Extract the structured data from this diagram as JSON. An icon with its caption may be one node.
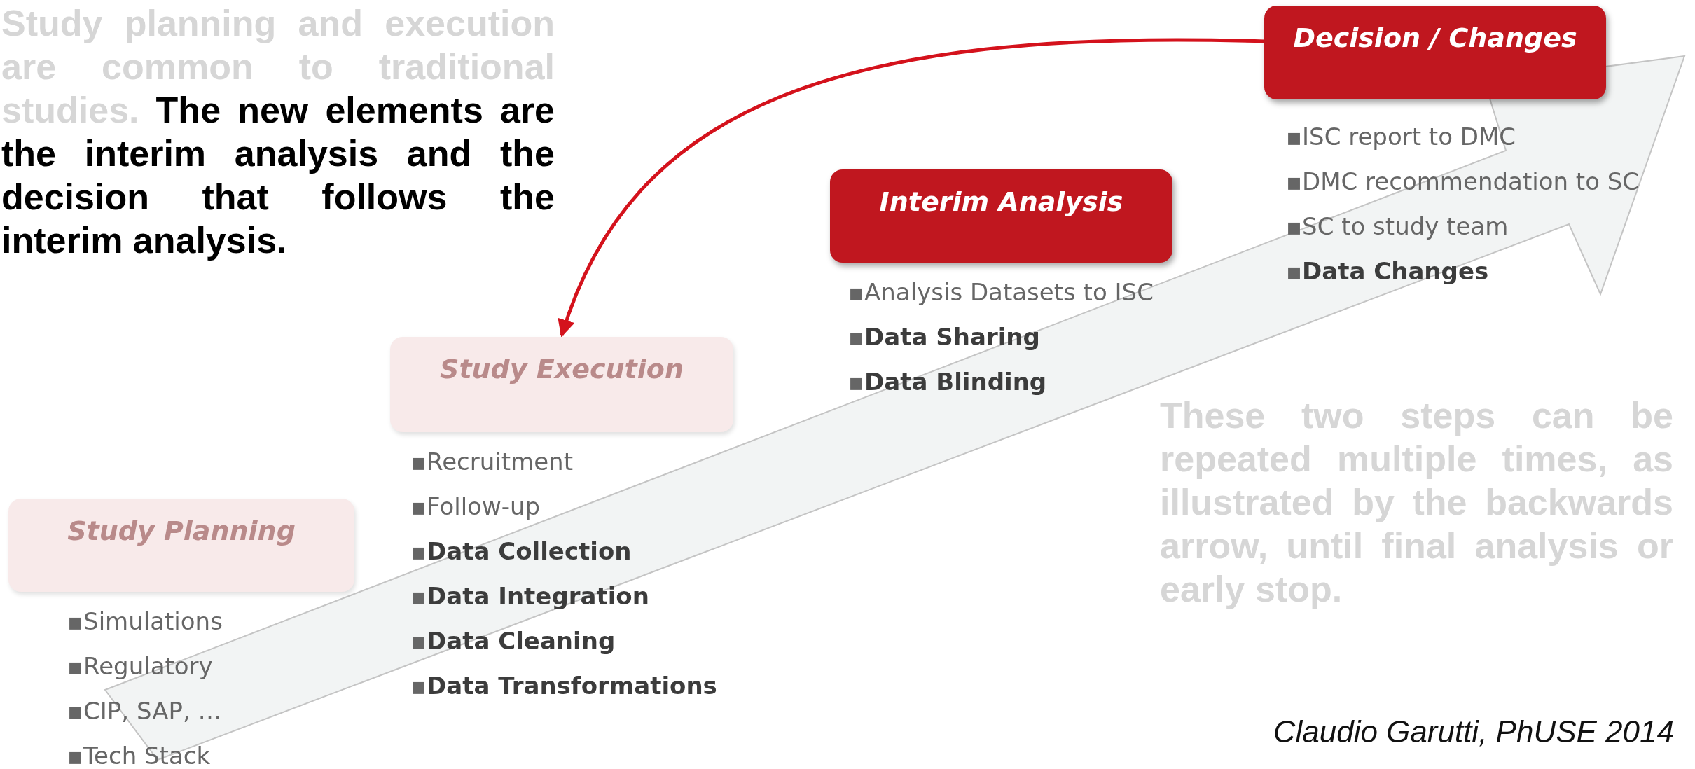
{
  "diagram": {
    "nodes": [
      {
        "text": [
          "Study Planning"
        ],
        "beside": [
          "▪Simulations",
          "▪Regulatory",
          "▪CIP, SAP, …",
          "▪Tech Stack"
        ]
      },
      {
        "text": [
          "Study Execution"
        ],
        "beside": [
          "▪Recruitment",
          "▪Follow-up",
          "▪**Data Collection**",
          "▪**Data Integration**",
          "▪**Data Cleaning**",
          "▪**Data Transformations**"
        ]
      },
      {
        "text": [
          "Interim Analysis"
        ],
        "beside": [
          "▪Analysis Datasets to ISC",
          "▪**Data Sharing**",
          "▪**Data Blinding**"
        ]
      },
      {
        "text": [
          "Decision / Changes"
        ],
        "beside": [
          "▪ISC report to DMC",
          "▪DMC recommendation to SC",
          "▪SC to study team",
          "▪**Data Changes**"
        ]
      }
    ],
    "edges": [
      {
        "from": 3,
        "to": 1,
        "arrow": "to",
        "color": "#d4121c"
      }
    ],
    "labels": [
      "Study planning and execution are common to traditional studies.",
      "The new elements are the interim analysis and the decision that follows the interim analysis.",
      "These two steps can be repeated multiple times, as illustrated by the backwards arrow, until final analysis or early stop.",
      "Claudio Garutti, PhUSE 2014"
    ]
  }
}
